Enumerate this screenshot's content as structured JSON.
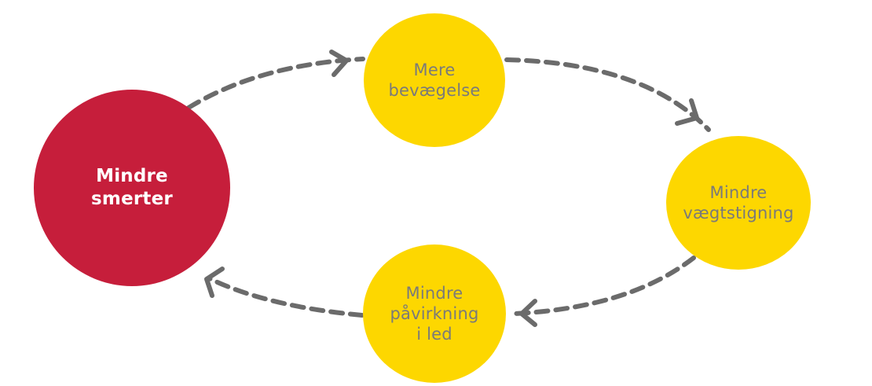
{
  "colors": {
    "background": "#ffffff",
    "main_node_fill": "#c61e3b",
    "main_node_text": "#ffffff",
    "node_fill": "#fdd700",
    "node_text": "#7a7a7a",
    "arrow": "#6b6b6b"
  },
  "nodes": {
    "main": {
      "line1": "Mindre",
      "line2": "smerter"
    },
    "top": {
      "line1": "Mere",
      "line2": "bevægelse"
    },
    "right": {
      "line1": "Mindre",
      "line2": "vægtstigning"
    },
    "bottom": {
      "line1": "Mindre",
      "line2": "påvirkning",
      "line3": "i led"
    }
  }
}
